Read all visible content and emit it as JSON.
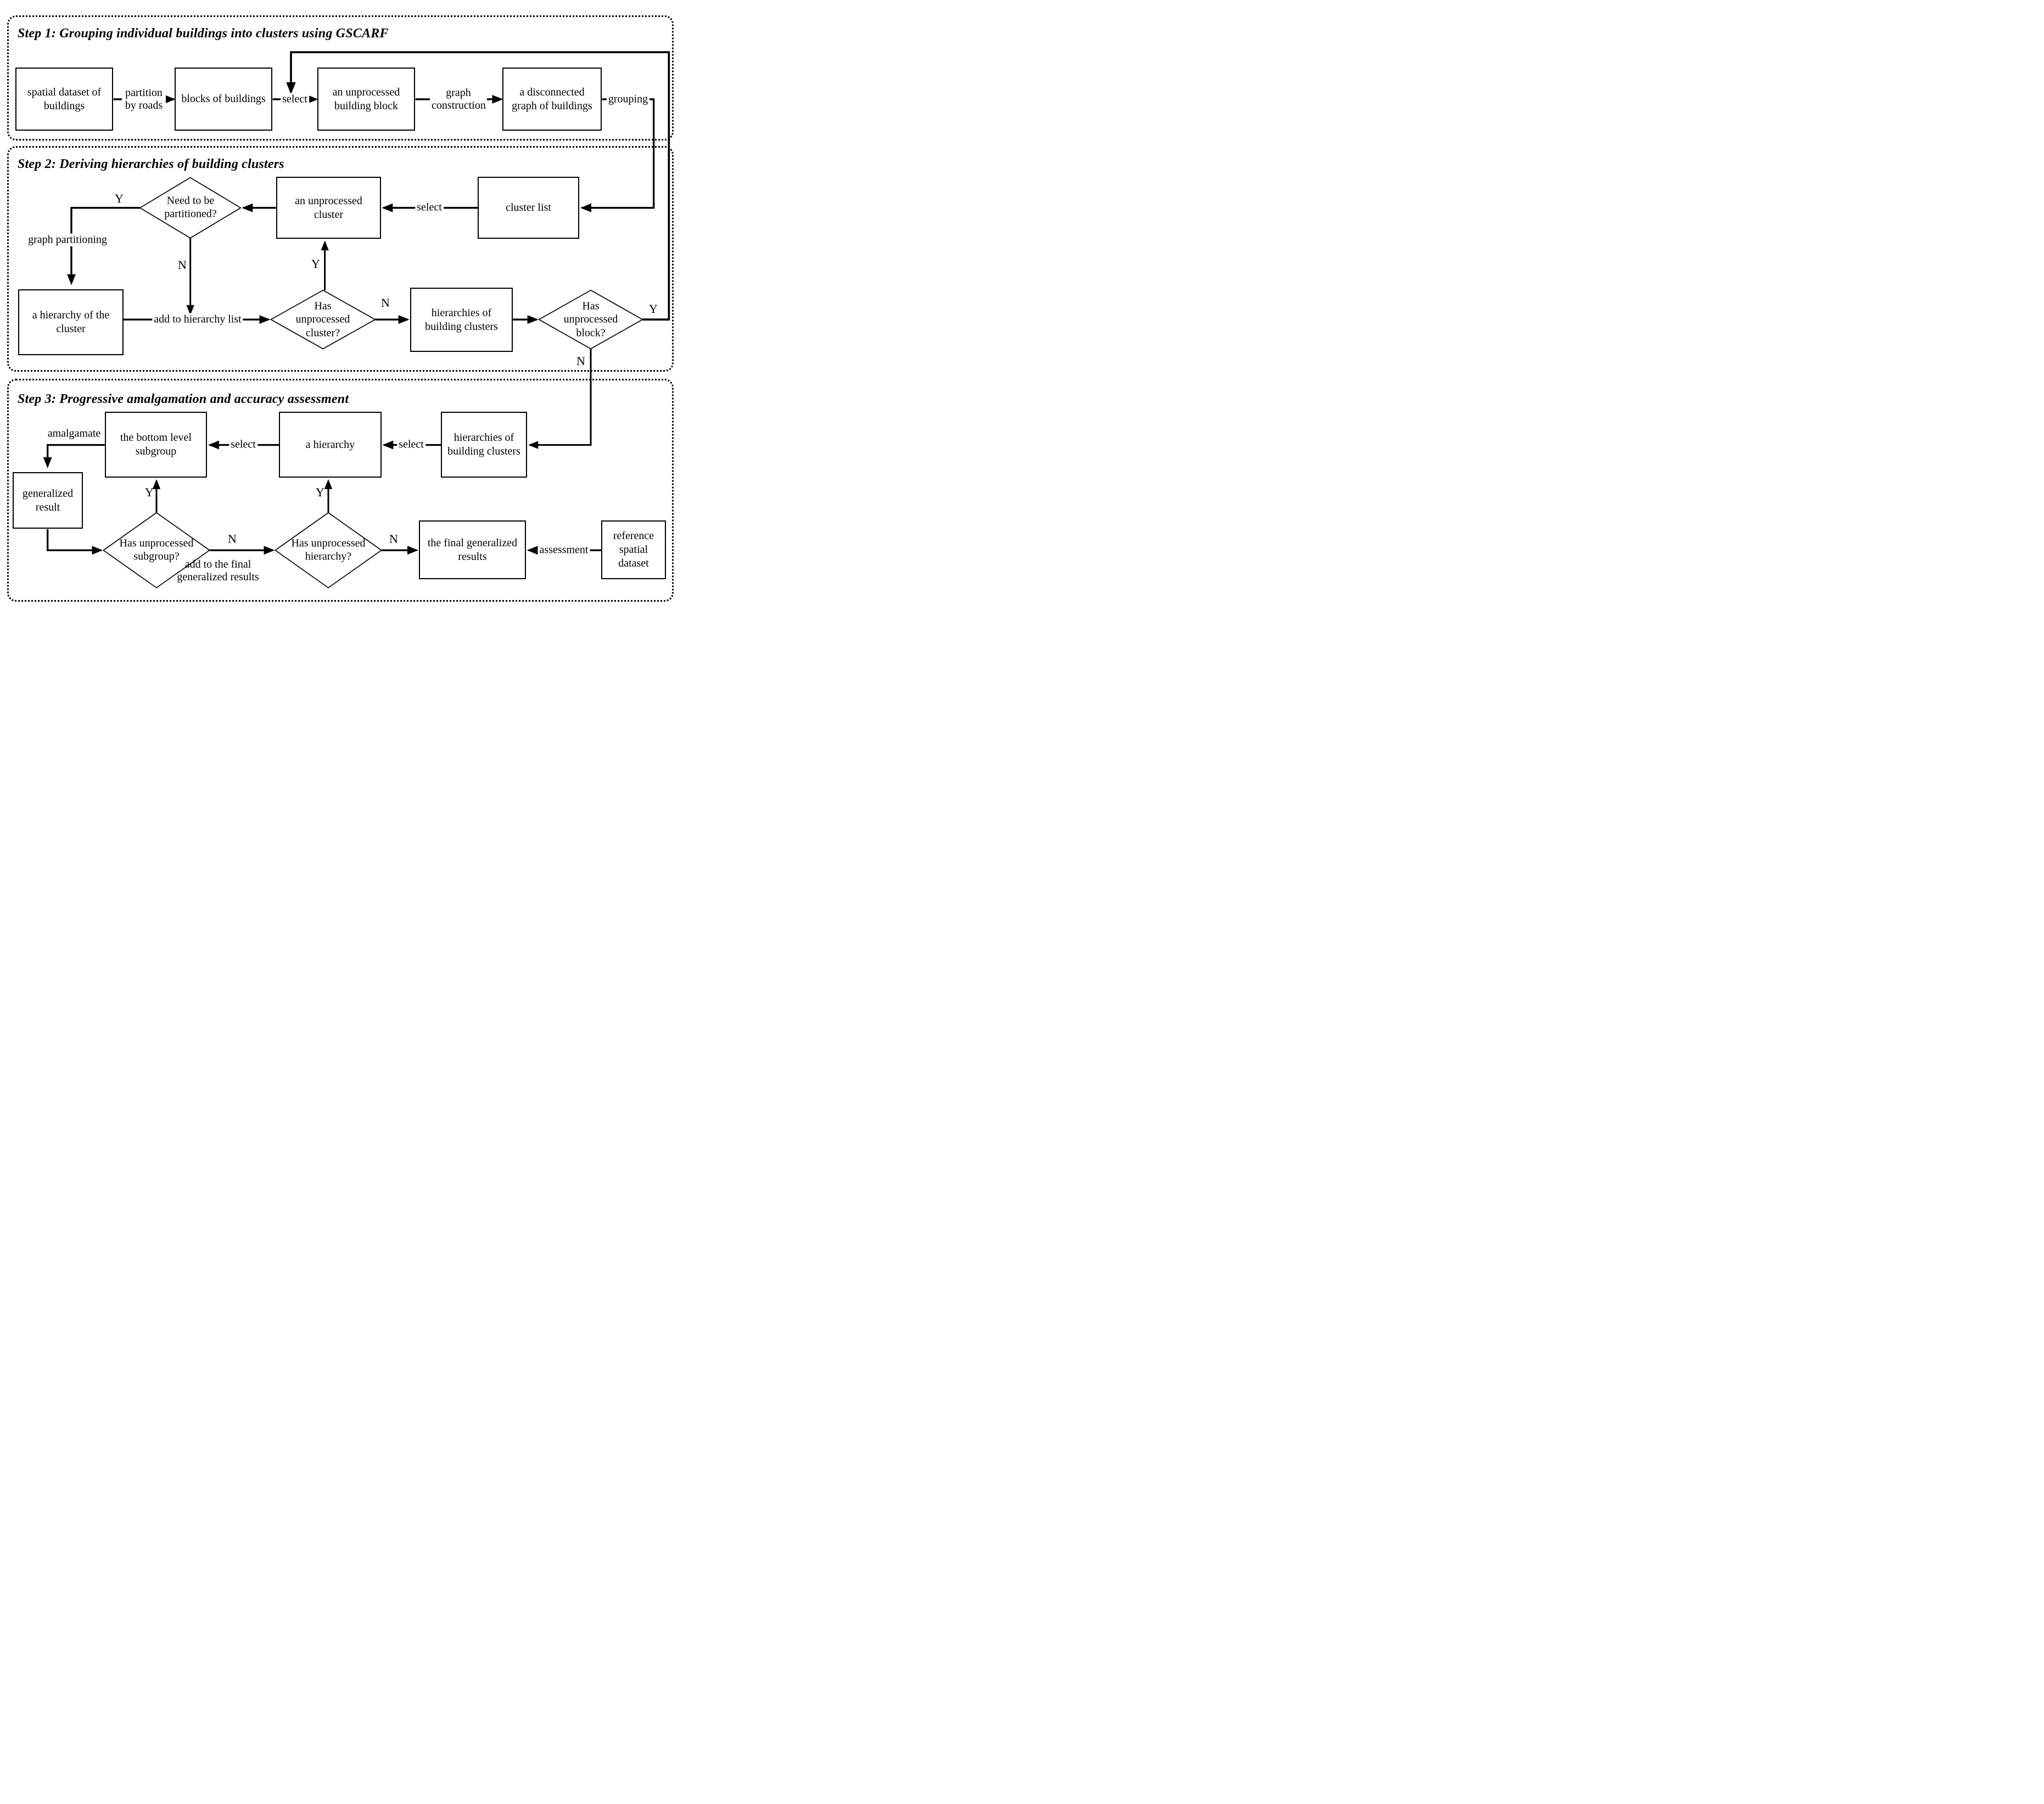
{
  "steps": [
    {
      "title": "Step 1: Grouping individual buildings into clusters using GSCARF",
      "boxes": {
        "spatial_dataset": "spatial dataset of buildings",
        "blocks": "blocks of buildings",
        "unprocessed_block": "an unprocessed building block",
        "disconnected_graph": "a disconnected graph of buildings"
      },
      "labels": {
        "partition": "partition by roads",
        "select": "select",
        "graph_construction": "graph construction",
        "grouping": "grouping"
      }
    },
    {
      "title": "Step 2: Deriving hierarchies of building clusters",
      "boxes": {
        "cluster_list": "cluster list",
        "unprocessed_cluster": "an unprocessed cluster",
        "hierarchy_of_cluster": "a hierarchy of the cluster",
        "hierarchies": "hierarchies of building clusters"
      },
      "diamonds": {
        "need_partition": "Need to be partitioned?",
        "has_unprocessed_cluster": "Has unprocessed cluster?",
        "has_unprocessed_block": "Has unprocessed block?"
      },
      "labels": {
        "select": "select",
        "graph_partitioning": "graph partitioning",
        "add_to_hierarchy": "add to hierarchy list",
        "yes": "Y",
        "no": "N"
      }
    },
    {
      "title": "Step 3: Progressive amalgamation and accuracy assessment",
      "boxes": {
        "bottom_subgroup": "the bottom level subgroup",
        "a_hierarchy": "a hierarchy",
        "hierarchies": "hierarchies of building clusters",
        "generalized_result": "generalized result",
        "final_results": "the final generalized results",
        "reference_dataset": "reference spatial dataset"
      },
      "diamonds": {
        "has_subgroup": "Has unprocessed subgroup?",
        "has_hierarchy": "Has unprocessed hierarchy?"
      },
      "labels": {
        "amalgamate": "amalgamate",
        "select": "select",
        "add_final": "add to the final generalized results",
        "assessment": "assessment",
        "yes": "Y",
        "no": "N"
      }
    }
  ]
}
